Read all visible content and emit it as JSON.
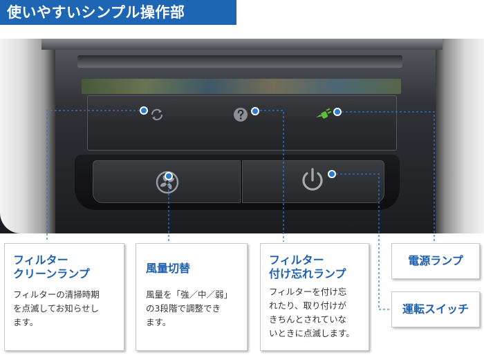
{
  "header": {
    "title": "使いやすいシンプル操作部"
  },
  "callouts": {
    "filter_clean": {
      "title_line1": "フィルター",
      "title_line2": "クリーンランプ",
      "desc_line1": "フィルターの清掃時期",
      "desc_line2": "を点滅してお知らせし",
      "desc_line3": "ます。"
    },
    "fan_switch": {
      "title": "風量切替",
      "desc_line1": "風量を「強／中／弱」",
      "desc_line2": "の3段階で調整でき",
      "desc_line3": "ます。"
    },
    "filter_forget": {
      "title_line1": "フィルター",
      "title_line2": "付け忘れランプ",
      "desc_line1": "フィルターを付け忘",
      "desc_line2": "れたり、取り付けが",
      "desc_line3": "きちんとされていな",
      "desc_line4": "いときに点滅します。"
    },
    "power_lamp": {
      "title": "電源ランプ"
    },
    "power_switch": {
      "title": "運転スイッチ"
    }
  },
  "colors": {
    "accent": "#1e66b3",
    "callout_title": "#1d5fae",
    "leader_line": "#2a7ad6",
    "power_lamp_green": "#5fbf3a"
  },
  "icons": {
    "filter_clean": "refresh-icon",
    "filter_forget": "question-icon",
    "power_lamp": "plug-icon",
    "fan": "fan-icon",
    "power": "power-icon"
  }
}
